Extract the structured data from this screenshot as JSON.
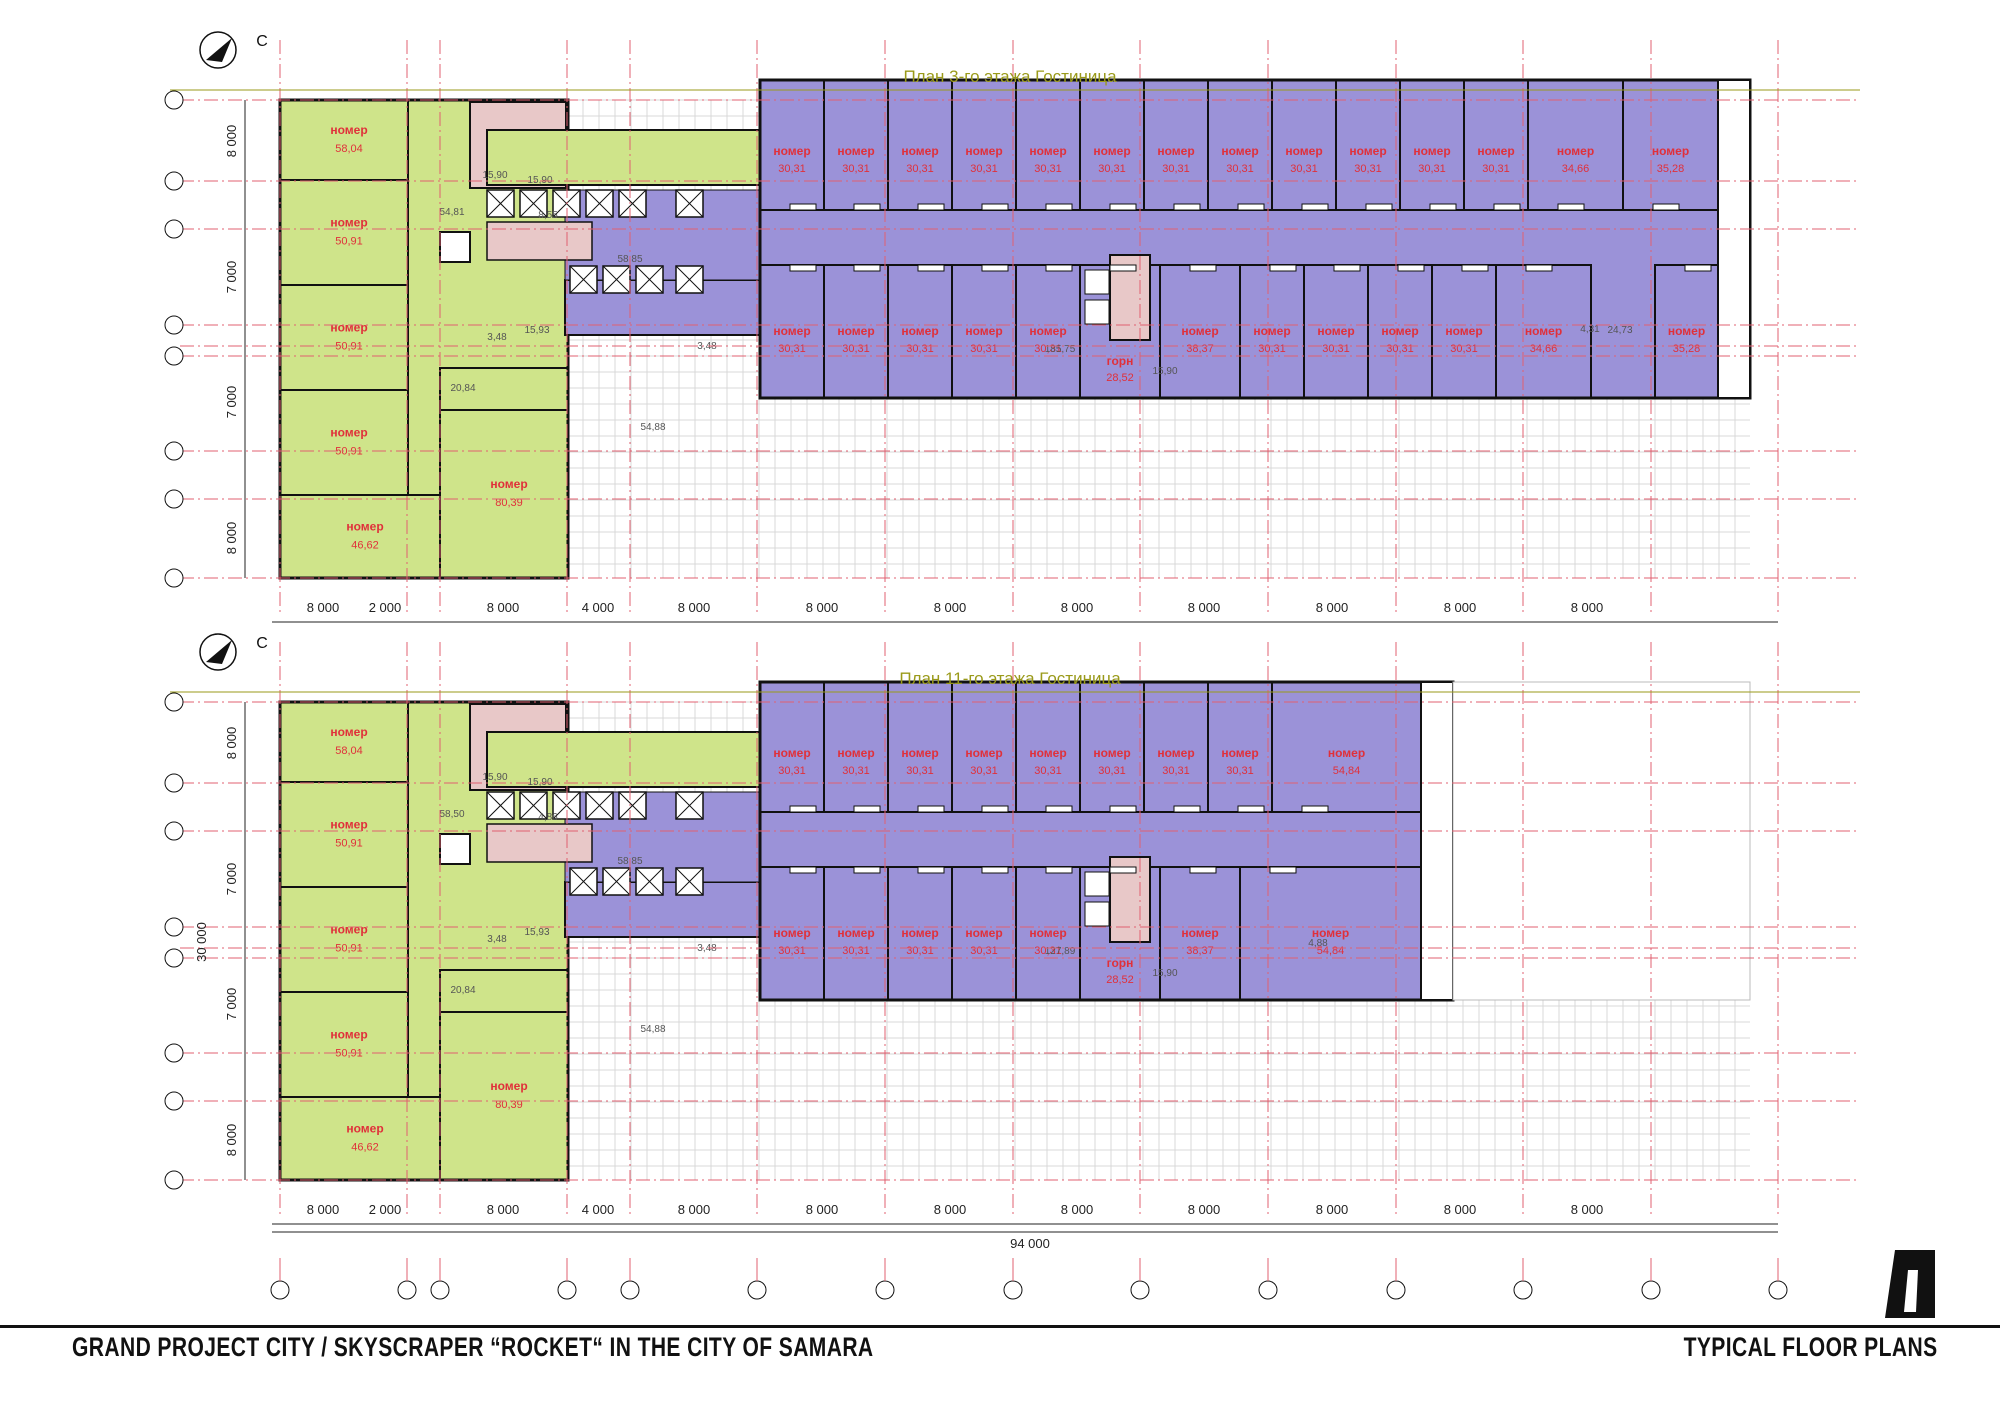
{
  "plans": [
    {
      "title": "План 3-го этажа Гостиница",
      "south_label": "С",
      "col_dims": [
        "8 000",
        "2 000",
        "8 000",
        "4 000",
        "8 000",
        "8 000",
        "8 000",
        "8 000",
        "8 000",
        "8 000",
        "8 000",
        "8 000"
      ],
      "row_dims": [
        "8 000",
        "7 000",
        "7 000",
        "8 000"
      ],
      "service_areas": [
        "15,90",
        "15,90",
        "54,81",
        "8,55",
        "58,85",
        "15,93",
        "3,48",
        "3,48",
        "185,75",
        "4,31",
        "24,73",
        "20,84",
        "54,88",
        "15,90"
      ],
      "left_rooms": [
        {
          "label": "номер",
          "area": "58,04"
        },
        {
          "label": "номер",
          "area": "50,91"
        },
        {
          "label": "номер",
          "area": "50,91"
        },
        {
          "label": "номер",
          "area": "50,91"
        },
        {
          "label": "номер",
          "area": "46,62"
        },
        {
          "label": "номер",
          "area": "80,39"
        }
      ],
      "top_rooms": [
        {
          "label": "номер",
          "area": "30,31"
        },
        {
          "label": "номер",
          "area": "30,31"
        },
        {
          "label": "номер",
          "area": "30,31"
        },
        {
          "label": "номер",
          "area": "30,31"
        },
        {
          "label": "номер",
          "area": "30,31"
        },
        {
          "label": "номер",
          "area": "30,31"
        },
        {
          "label": "номер",
          "area": "30,31"
        },
        {
          "label": "номер",
          "area": "30,31"
        },
        {
          "label": "номер",
          "area": "30,31"
        },
        {
          "label": "номер",
          "area": "30,31"
        },
        {
          "label": "номер",
          "area": "30,31"
        },
        {
          "label": "номер",
          "area": "30,31"
        },
        {
          "label": "номер",
          "area": "34,66"
        },
        {
          "label": "номер",
          "area": "35,28"
        }
      ],
      "bottom_rooms": [
        {
          "label": "номер",
          "area": "30,31"
        },
        {
          "label": "номер",
          "area": "30,31"
        },
        {
          "label": "номер",
          "area": "30,31"
        },
        {
          "label": "номер",
          "area": "30,31"
        },
        {
          "label": "номер",
          "area": "30,31"
        },
        {
          "label": "горн",
          "area": "28,52"
        },
        {
          "label": "номер",
          "area": "38,37"
        },
        {
          "label": "номер",
          "area": "30,31"
        },
        {
          "label": "номер",
          "area": "30,31"
        },
        {
          "label": "номер",
          "area": "30,31"
        },
        {
          "label": "номер",
          "area": "30,31"
        },
        {
          "label": "номер",
          "area": "34,66"
        },
        {
          "label": "номер",
          "area": "35,28"
        }
      ]
    },
    {
      "title": "План 11-го этажа Гостиница",
      "south_label": "С",
      "col_dims": [
        "8 000",
        "2 000",
        "8 000",
        "4 000",
        "8 000",
        "8 000",
        "8 000",
        "8 000",
        "8 000",
        "8 000",
        "8 000",
        "8 000"
      ],
      "row_dims": [
        "8 000",
        "7 000",
        "7 000",
        "8 000"
      ],
      "total_height": "30 000",
      "total_width": "94 000",
      "service_areas": [
        "15,90",
        "15,90",
        "58,50",
        "4,86",
        "58,85",
        "15,93",
        "3,48",
        "3,48",
        "127,89",
        "4,88",
        "20,84",
        "54,88",
        "15,90"
      ],
      "left_rooms": [
        {
          "label": "номер",
          "area": "58,04"
        },
        {
          "label": "номер",
          "area": "50,91"
        },
        {
          "label": "номер",
          "area": "50,91"
        },
        {
          "label": "номер",
          "area": "50,91"
        },
        {
          "label": "номер",
          "area": "46,62"
        },
        {
          "label": "номер",
          "area": "80,39"
        }
      ],
      "top_rooms": [
        {
          "label": "номер",
          "area": "30,31"
        },
        {
          "label": "номер",
          "area": "30,31"
        },
        {
          "label": "номер",
          "area": "30,31"
        },
        {
          "label": "номер",
          "area": "30,31"
        },
        {
          "label": "номер",
          "area": "30,31"
        },
        {
          "label": "номер",
          "area": "30,31"
        },
        {
          "label": "номер",
          "area": "30,31"
        },
        {
          "label": "номер",
          "area": "30,31"
        },
        {
          "label": "номер",
          "area": "54,84"
        }
      ],
      "bottom_rooms": [
        {
          "label": "номер",
          "area": "30,31"
        },
        {
          "label": "номер",
          "area": "30,31"
        },
        {
          "label": "номер",
          "area": "30,31"
        },
        {
          "label": "номер",
          "area": "30,31"
        },
        {
          "label": "номер",
          "area": "30,31"
        },
        {
          "label": "горн",
          "area": "28,52"
        },
        {
          "label": "номер",
          "area": "38,37"
        },
        {
          "label": "номер",
          "area": "54,84"
        }
      ]
    }
  ],
  "footer": {
    "left": "GRAND PROJECT CITY  /  SKYSCRAPER “ROCKET“ IN THE CITY OF SAMARA",
    "right": "TYPICAL FLOOR PLANS"
  },
  "colors": {
    "green_zone": "#cfe48a",
    "purple_zone": "#9b92d8",
    "stair_zone": "#e8c8c8",
    "axis_line": "#e06070",
    "grid": "#d8d8d8",
    "text_red": "#e0303a",
    "title_olive": "#9a9a1a"
  },
  "icons": [
    "north-arrow-icon",
    "rocket-logo-icon",
    "stair-icon",
    "elevator-icon"
  ]
}
